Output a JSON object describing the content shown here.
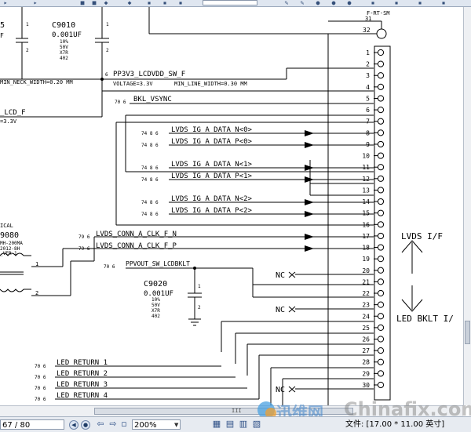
{
  "schematic": {
    "connector_ref": "F-RT-SM",
    "connector_pin_top": "31",
    "connector_pin_32": "32",
    "pins": [
      "1",
      "2",
      "3",
      "4",
      "5",
      "6",
      "7",
      "8",
      "9",
      "10",
      "11",
      "12",
      "13",
      "14",
      "15",
      "16",
      "17",
      "18",
      "19",
      "20",
      "21",
      "22",
      "23",
      "24",
      "25",
      "26",
      "27",
      "28",
      "29",
      "30"
    ],
    "cap_left_ref_fragment": "5",
    "cap_left_f_fragment": "F",
    "cap_c9010": {
      "ref": "C9010",
      "value": "0.001UF",
      "rating1": "10%",
      "rating2": "50V",
      "dielectric": "X7R",
      "package": "402",
      "pin1": "1",
      "pin2": "2"
    },
    "cap_c9020": {
      "ref": "C9020",
      "value": "0.001UF",
      "rating1": "10%",
      "rating2": "50V",
      "dielectric": "X7R",
      "package": "402",
      "pin1": "1",
      "pin2": "2"
    },
    "left_cap_pin1": "1",
    "left_cap_pin2": "2",
    "net_pp3v3": "PP3V3_LCDVDD_SW_F",
    "net_pp3v3_page": "6",
    "voltage": "VOLTAGE=3.3V",
    "min_line_width": "MIN_LINE_WIDTH=0.30 MM",
    "min_neck_width": "MIN_NECK_WIDTH=0.20 MM",
    "net_bkl_vsync": "BKL_VSYNC",
    "net_bkl_vsync_page": "70 6",
    "net_lcd_f_fragment": "_LCD_F",
    "voltage_fragment": "=3.3V",
    "lvds_nets": [
      {
        "name": "LVDS_IG_A_DATA_N<0>",
        "page": "74 8 6"
      },
      {
        "name": "LVDS_IG_A_DATA_P<0>",
        "page": "74 8 6"
      },
      {
        "name": "LVDS_IG_A_DATA_N<1>",
        "page": "74 8 6"
      },
      {
        "name": "LVDS_IG_A_DATA_P<1>",
        "page": "74 8 6"
      },
      {
        "name": "LVDS_IG_A_DATA_N<2>",
        "page": "74 8 6"
      },
      {
        "name": "LVDS_IG_A_DATA_P<2>",
        "page": "74 8 6"
      }
    ],
    "clk_nets": [
      {
        "name": "LVDS_CONN_A_CLK_F_N",
        "page": "79 6"
      },
      {
        "name": "LVDS_CONN_A_CLK_F_P",
        "page": "79 6"
      }
    ],
    "ppvout": "PPVOUT_SW_LCDBKLT",
    "ppvout_page": "70 6",
    "nc_label": "NC",
    "inductor_ref_fragment": "ICAL",
    "inductor_num_fragment": "9080",
    "inductor_value_fragment": "MH-200MA",
    "inductor_pkg_fragment": "2012-8H",
    "inductor_pkg2_fragment": "_VER-1",
    "inductor_pin1": "1",
    "inductor_pin2": "2",
    "led_returns": [
      {
        "name": "LED_RETURN_1",
        "page": "70 6"
      },
      {
        "name": "LED_RETURN_2",
        "page": "70 6"
      },
      {
        "name": "LED_RETURN_3",
        "page": "70 6"
      },
      {
        "name": "LED_RETURN_4",
        "page": "70 6"
      }
    ],
    "annotation_lvds": "LVDS I/F",
    "annotation_led": "LED BKLT I/"
  },
  "statusbar": {
    "page_indicator": "67 / 80",
    "zoom": "200%",
    "doc_size": "文件: [17.00 * 11.00 英寸]"
  },
  "watermark": {
    "cn": "迅维网",
    "en": "Chinafix.com"
  },
  "colors": {
    "accent": "#35507a",
    "wire": "#000000",
    "toolbar": "#dfe6f0"
  }
}
